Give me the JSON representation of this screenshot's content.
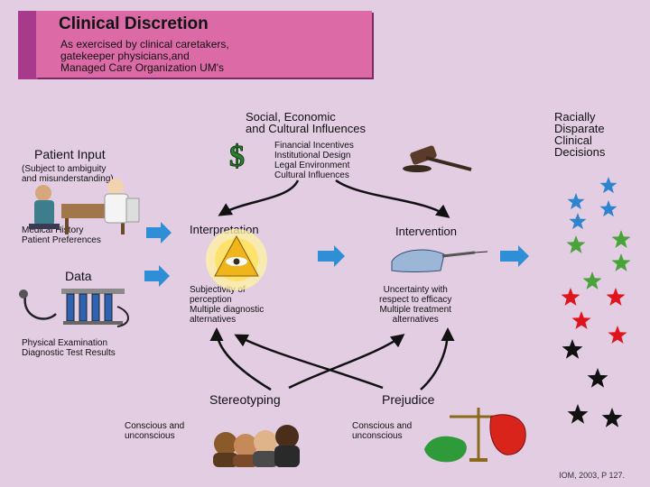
{
  "title": "Clinical Discretion",
  "subtitle": "As exercised by clinical caretakers,\ngatekeeper physicians,and\nManaged Care Organization UM's",
  "social": {
    "heading": "Social, Economic\nand Cultural Influences",
    "items": "Financial Incentives\nInstitutional Design\nLegal Environment\nCultural Influences"
  },
  "racial": "Racially\nDisparate\nClinical\nDecisions",
  "patient_input": {
    "heading": "Patient Input",
    "note": "(Subject to ambiguity\nand misunderstanding)",
    "items": "Medical History\nPatient Preferences"
  },
  "data_node": {
    "heading": "Data",
    "items": "Physical Examination\nDiagnostic Test Results"
  },
  "interpretation": {
    "heading": "Interpretation",
    "items": "Subjectivity of\nperception\nMultiple diagnostic\nalternatives"
  },
  "intervention": {
    "heading": "Intervention",
    "items": "Uncertainty with\nrespect to efficacy\nMultiple treatment\nalternatives"
  },
  "stereotyping": {
    "heading": "Stereotyping",
    "items": "Conscious and\nunconscious"
  },
  "prejudice": {
    "heading": "Prejudice",
    "items": "Conscious and\nunconscious"
  },
  "citation": "IOM, 2003, P 127.",
  "colors": {
    "title_fill": "#dc6aa6",
    "title_shadow": "#a83a8c",
    "arrow_blue": "#2f8fd6",
    "star_blue": "#2f84d0",
    "star_green": "#4aa23a",
    "star_red": "#e0141c",
    "star_black": "#111111"
  }
}
